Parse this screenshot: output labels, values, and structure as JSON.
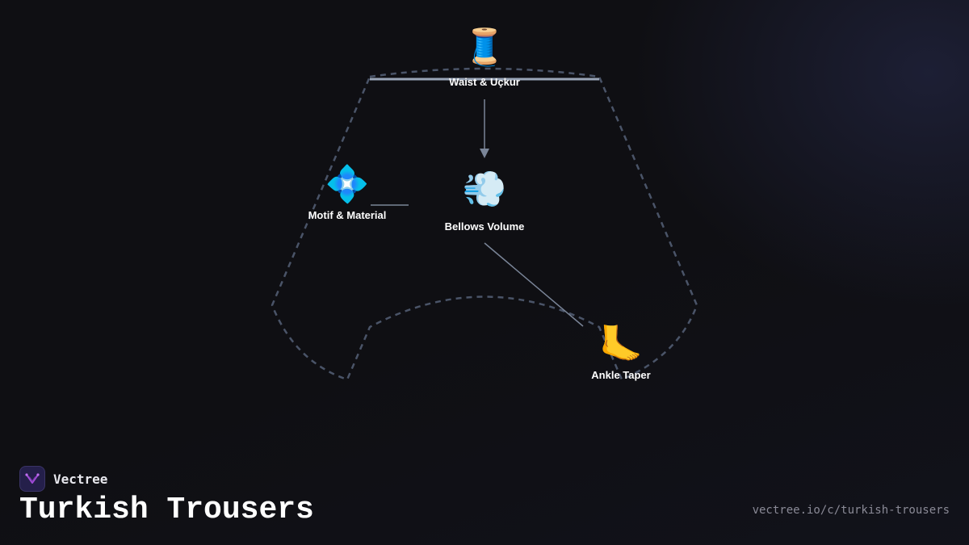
{
  "brand": {
    "name": "Vectree",
    "logo_icon": "vectree-logo-icon"
  },
  "title": "Turkish Trousers",
  "url": "vectree.io/c/turkish-trousers",
  "colors": {
    "background": "#0f0f13",
    "outline": "#4a5468",
    "connector": "#7a8598",
    "label": "#ffffff",
    "accent": "#a24bd8"
  },
  "diagram": {
    "nodes": [
      {
        "id": "waist",
        "label": "Waist & Uçkur",
        "emoji": "🧵",
        "icon": "thread-spool-icon"
      },
      {
        "id": "bellows",
        "label": "Bellows Volume",
        "emoji": "💨",
        "icon": "dash-wind-icon"
      },
      {
        "id": "motif",
        "label": "Motif & Material",
        "emoji": "💠",
        "icon": "diamond-flower-icon"
      },
      {
        "id": "ankle",
        "label": "Ankle Taper",
        "emoji": "🦶",
        "icon": "foot-icon"
      }
    ],
    "edges": [
      {
        "from": "waist",
        "to": "bellows",
        "arrow": true
      },
      {
        "from": "motif",
        "to": "bellows",
        "arrow": false
      },
      {
        "from": "bellows",
        "to": "ankle",
        "arrow": false
      }
    ]
  }
}
